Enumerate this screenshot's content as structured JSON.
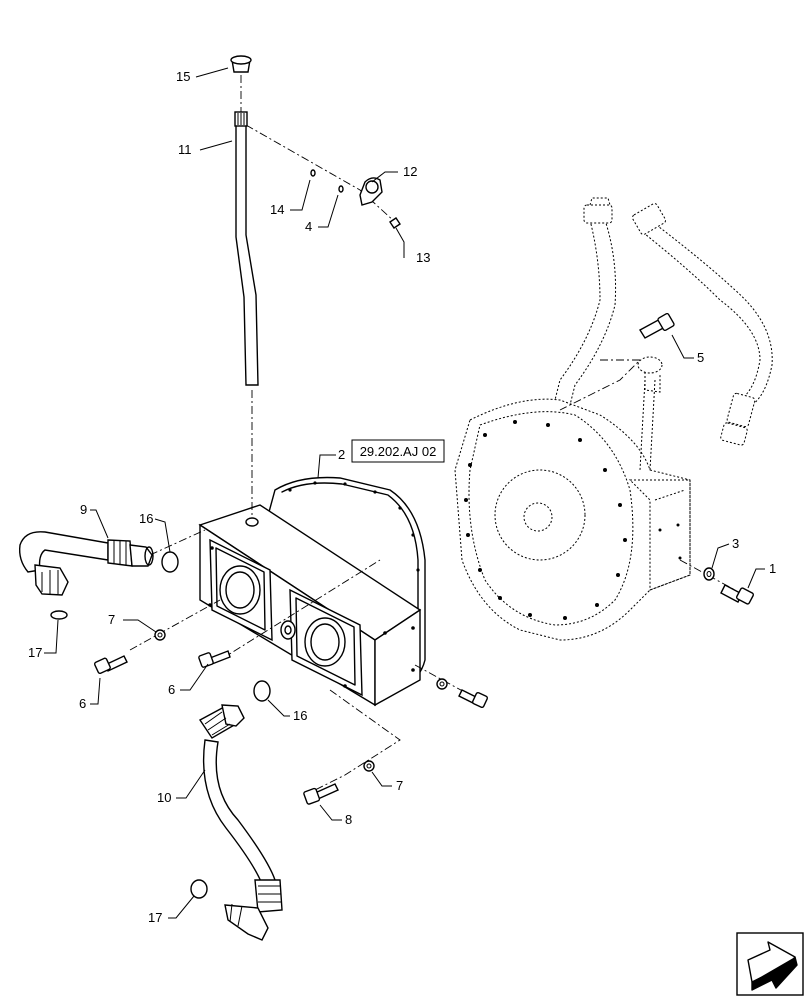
{
  "callouts": {
    "c1": "1",
    "c2": "2",
    "c3": "3",
    "c4": "4",
    "c5": "5",
    "c6a": "6",
    "c6b": "6",
    "c7a": "7",
    "c7b": "7",
    "c8": "8",
    "c9": "9",
    "c10": "10",
    "c11": "11",
    "c12": "12",
    "c13": "13",
    "c14": "14",
    "c15": "15",
    "c16a": "16",
    "c16b": "16",
    "c17a": "17",
    "c17b": "17"
  },
  "reference_box": "29.202.AJ 02",
  "nav_icon": "next-page-arrow-icon"
}
